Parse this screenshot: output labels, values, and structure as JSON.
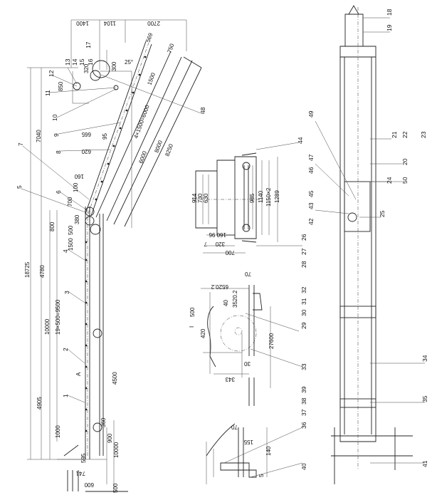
{
  "drawing": {
    "parts": [
      "1",
      "2",
      "3",
      "4",
      "5",
      "6",
      "7",
      "8",
      "9",
      "10",
      "11",
      "12",
      "13",
      "14",
      "15",
      "16",
      "17",
      "18",
      "19",
      "20",
      "21",
      "22",
      "23",
      "24",
      "25",
      "26",
      "27",
      "28",
      "29",
      "30",
      "31",
      "32",
      "33",
      "34",
      "35",
      "36",
      "37",
      "38",
      "39",
      "40",
      "41",
      "42",
      "43",
      "44",
      "45",
      "46",
      "47",
      "48",
      "49",
      "50"
    ],
    "main_view_dims": {
      "d1400": "1400",
      "d1104": "1104",
      "d2700": "2700",
      "d7040": "7040",
      "d18725": "18725",
      "d4780": "4780",
      "d10000a": "10000",
      "d19x500": "19×500=9500",
      "d4905": "4905",
      "d4500": "4500",
      "d1000": "1000",
      "d10000b": "10000",
      "d900": "900",
      "d741": "741",
      "d600": "600",
      "d595": "595",
      "d500": "500",
      "d8250": "8250",
      "d8000": "8000",
      "d6000": "6000",
      "d4x1500": "4×1500=6000",
      "d1500": "1500",
      "d750": "750",
      "d569": "569",
      "d850": "850",
      "d320": "320",
      "d300": "300",
      "d25": "25°",
      "d665": "665",
      "d95": "95",
      "d620": "620",
      "d1500b": "1500",
      "d160": "160",
      "d100": "100",
      "d380": "380",
      "d800": "800",
      "d500b": "500",
      "d360": "360",
      "d700b": "700"
    },
    "section_view_dims": {
      "d914": "914",
      "d730": "730",
      "d630": "630",
      "d985": "985",
      "d1140": "1140",
      "d1150x2": "1150×2",
      "d1289": "1289",
      "d700": "700",
      "d320": "320",
      "d16096": "160 96",
      "d7": "7"
    },
    "detail_view_dims": {
      "d500": "500",
      "d420": "420",
      "d343": "343",
      "d27600": "27600",
      "d30": "30",
      "d40": "40",
      "d6520": "6520.2",
      "d3520": "3520.2",
      "d70": "70",
      "dI": "I",
      "d140": "140",
      "d155": "155",
      "d70b": "70",
      "d5": "5"
    },
    "view_marks": {
      "A": "A"
    }
  }
}
